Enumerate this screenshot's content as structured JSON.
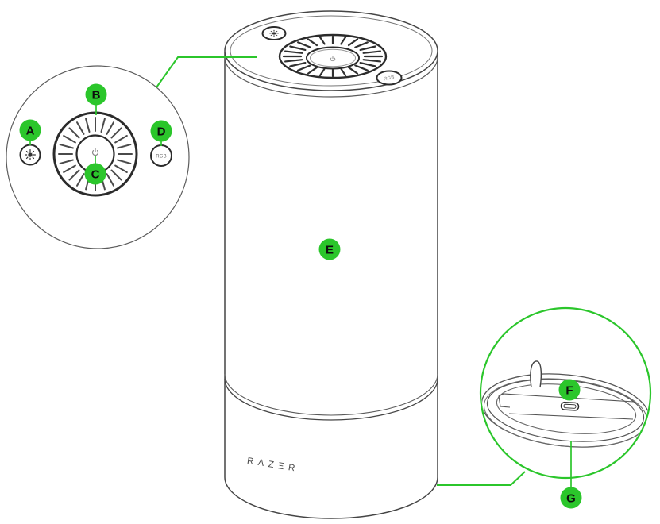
{
  "callouts": {
    "a": "A",
    "b": "B",
    "c": "C",
    "d": "D",
    "e": "E",
    "f": "F",
    "g": "G"
  },
  "labels": {
    "rgb_button": "RGB",
    "rgb_button_top": "RGB",
    "brand_wordmark": "RΛZΞR"
  },
  "icons": {
    "brightness_button": "brightness-sun-icon",
    "power_button": "power-icon",
    "volume_ring": "tick-dial-ring",
    "usb_port": "micro-usb-port-icon",
    "cable_hook": "cable-hook-icon"
  },
  "colors": {
    "accent_green": "#2BC62B",
    "outline_dark": "#2b2b2b",
    "outline_gray": "#555555",
    "badge_text": "#0d0d0d"
  }
}
